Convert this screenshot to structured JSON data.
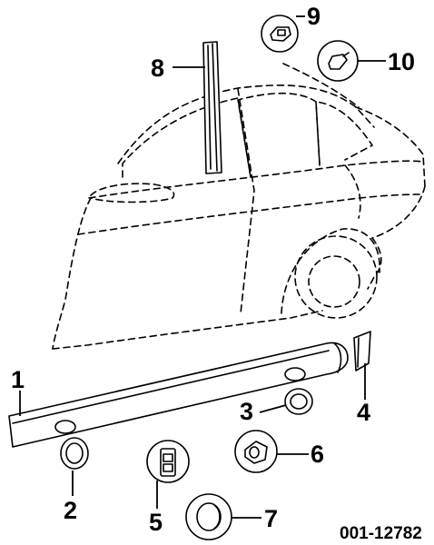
{
  "diagram": {
    "document_id": "001-12782",
    "callouts": [
      {
        "id": "1",
        "label": "1"
      },
      {
        "id": "2",
        "label": "2"
      },
      {
        "id": "3",
        "label": "3"
      },
      {
        "id": "4",
        "label": "4"
      },
      {
        "id": "5",
        "label": "5"
      },
      {
        "id": "6",
        "label": "6"
      },
      {
        "id": "7",
        "label": "7"
      },
      {
        "id": "8",
        "label": "8"
      },
      {
        "id": "9",
        "label": "9"
      },
      {
        "id": "10",
        "label": "10"
      }
    ]
  }
}
